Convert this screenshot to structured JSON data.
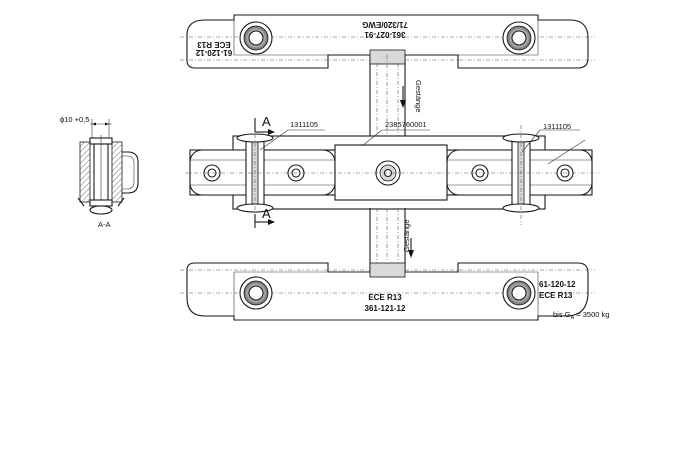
{
  "labels": {
    "top_plate_line1": "71/320/EWG",
    "top_plate_line2": "361-027-91",
    "top_plate_left1": "ECE R13",
    "top_plate_left2": "61-120-12",
    "gestange_top": "Gestänge",
    "gestange_bottom": "Gestänge",
    "bottom_plate_line1": "ECE R13",
    "bottom_plate_line2": "361-121-12",
    "bottom_plate_right1": "61-120-12",
    "bottom_plate_right2": "ECE R13",
    "part_left": "1311105",
    "part_right": "1311105",
    "part_center": "2385760001",
    "section_top": "A",
    "section_bottom": "A",
    "section_view": "A-A",
    "dimension": "ϕ10 +0,5",
    "load_note": "bis G",
    "load_sub": "A",
    "load_value": " = 3500 kg"
  }
}
